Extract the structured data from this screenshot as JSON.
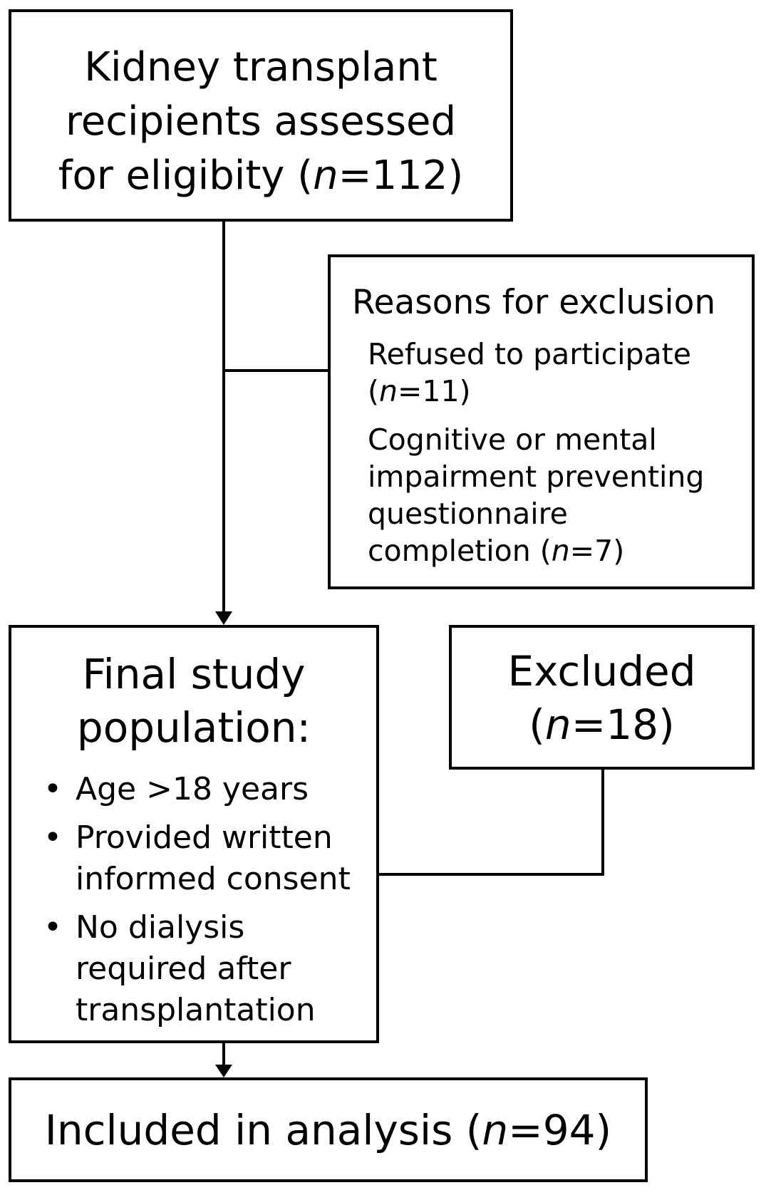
{
  "boxes": {
    "assessed": {
      "lines": [
        "Kidney transplant",
        "recipients assessed",
        "for eligibity ("
      ],
      "n_symbol": "n",
      "n_value": "=112)"
    },
    "reasons": {
      "title": "Reasons for exclusion",
      "items": [
        {
          "lines": [
            "Refused to participate",
            "("
          ],
          "n_symbol": "n",
          "n_value": "=11)"
        },
        {
          "lines": [
            "Cognitive or mental",
            "impairment preventing",
            "questionnaire",
            "completion ("
          ],
          "n_symbol": "n",
          "n_value": "=7)"
        }
      ]
    },
    "population": {
      "title_lines": [
        "Final study",
        "population:"
      ],
      "bullet_symbol": "•",
      "items": [
        {
          "lines": [
            "Age >18 years"
          ]
        },
        {
          "lines": [
            "Provided written",
            "informed consent"
          ]
        },
        {
          "lines": [
            "No dialysis",
            "required after",
            "transplantation"
          ]
        }
      ]
    },
    "excluded": {
      "title": "Excluded",
      "prefix": "(",
      "n_symbol": "n",
      "n_value": "=18)"
    },
    "included": {
      "label": "Included in analysis (",
      "n_symbol": "n",
      "n_value": "=94)"
    }
  }
}
